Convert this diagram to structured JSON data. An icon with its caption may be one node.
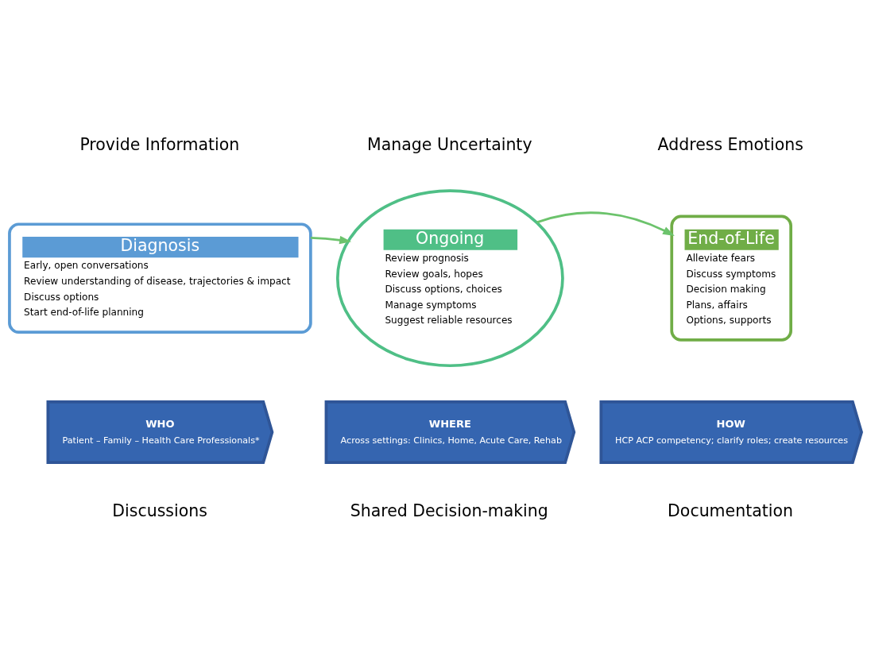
{
  "diagram": {
    "nodes": [
      {
        "text": [
          "Diagnosis",
          "Early, open conversations",
          "Review understanding of disease, trajectories & impact",
          "Discuss options",
          "Start end-of-life planning"
        ]
      },
      {
        "text": [
          "Ongoing",
          "Review prognosis",
          "Review goals, hopes",
          "Discuss options, choices",
          "Manage symptoms",
          "Suggest reliable resources"
        ]
      },
      {
        "text": [
          "End-of-Life",
          "Alleviate fears",
          "Discuss symptoms",
          "Decision making",
          "Plans, affairs",
          "Options, supports"
        ]
      },
      {
        "text": [
          "WHO",
          "Patient – Family – Health Care Professionals*"
        ]
      },
      {
        "text": [
          "WHERE",
          "Across settings: Clinics, Home, Acute Care, Rehab"
        ]
      },
      {
        "text": [
          "HOW",
          "HCP ACP competency; clarify roles; create resources"
        ]
      }
    ],
    "edges": [
      {
        "from": 0,
        "to": 1,
        "arrow": "to"
      },
      {
        "from": 1,
        "to": 2,
        "arrow": "to"
      }
    ],
    "labels": [
      "Provide Information",
      "Manage Uncertainty",
      "Address Emotions",
      "Discussions",
      "Shared Decision-making",
      "Documentation"
    ]
  }
}
